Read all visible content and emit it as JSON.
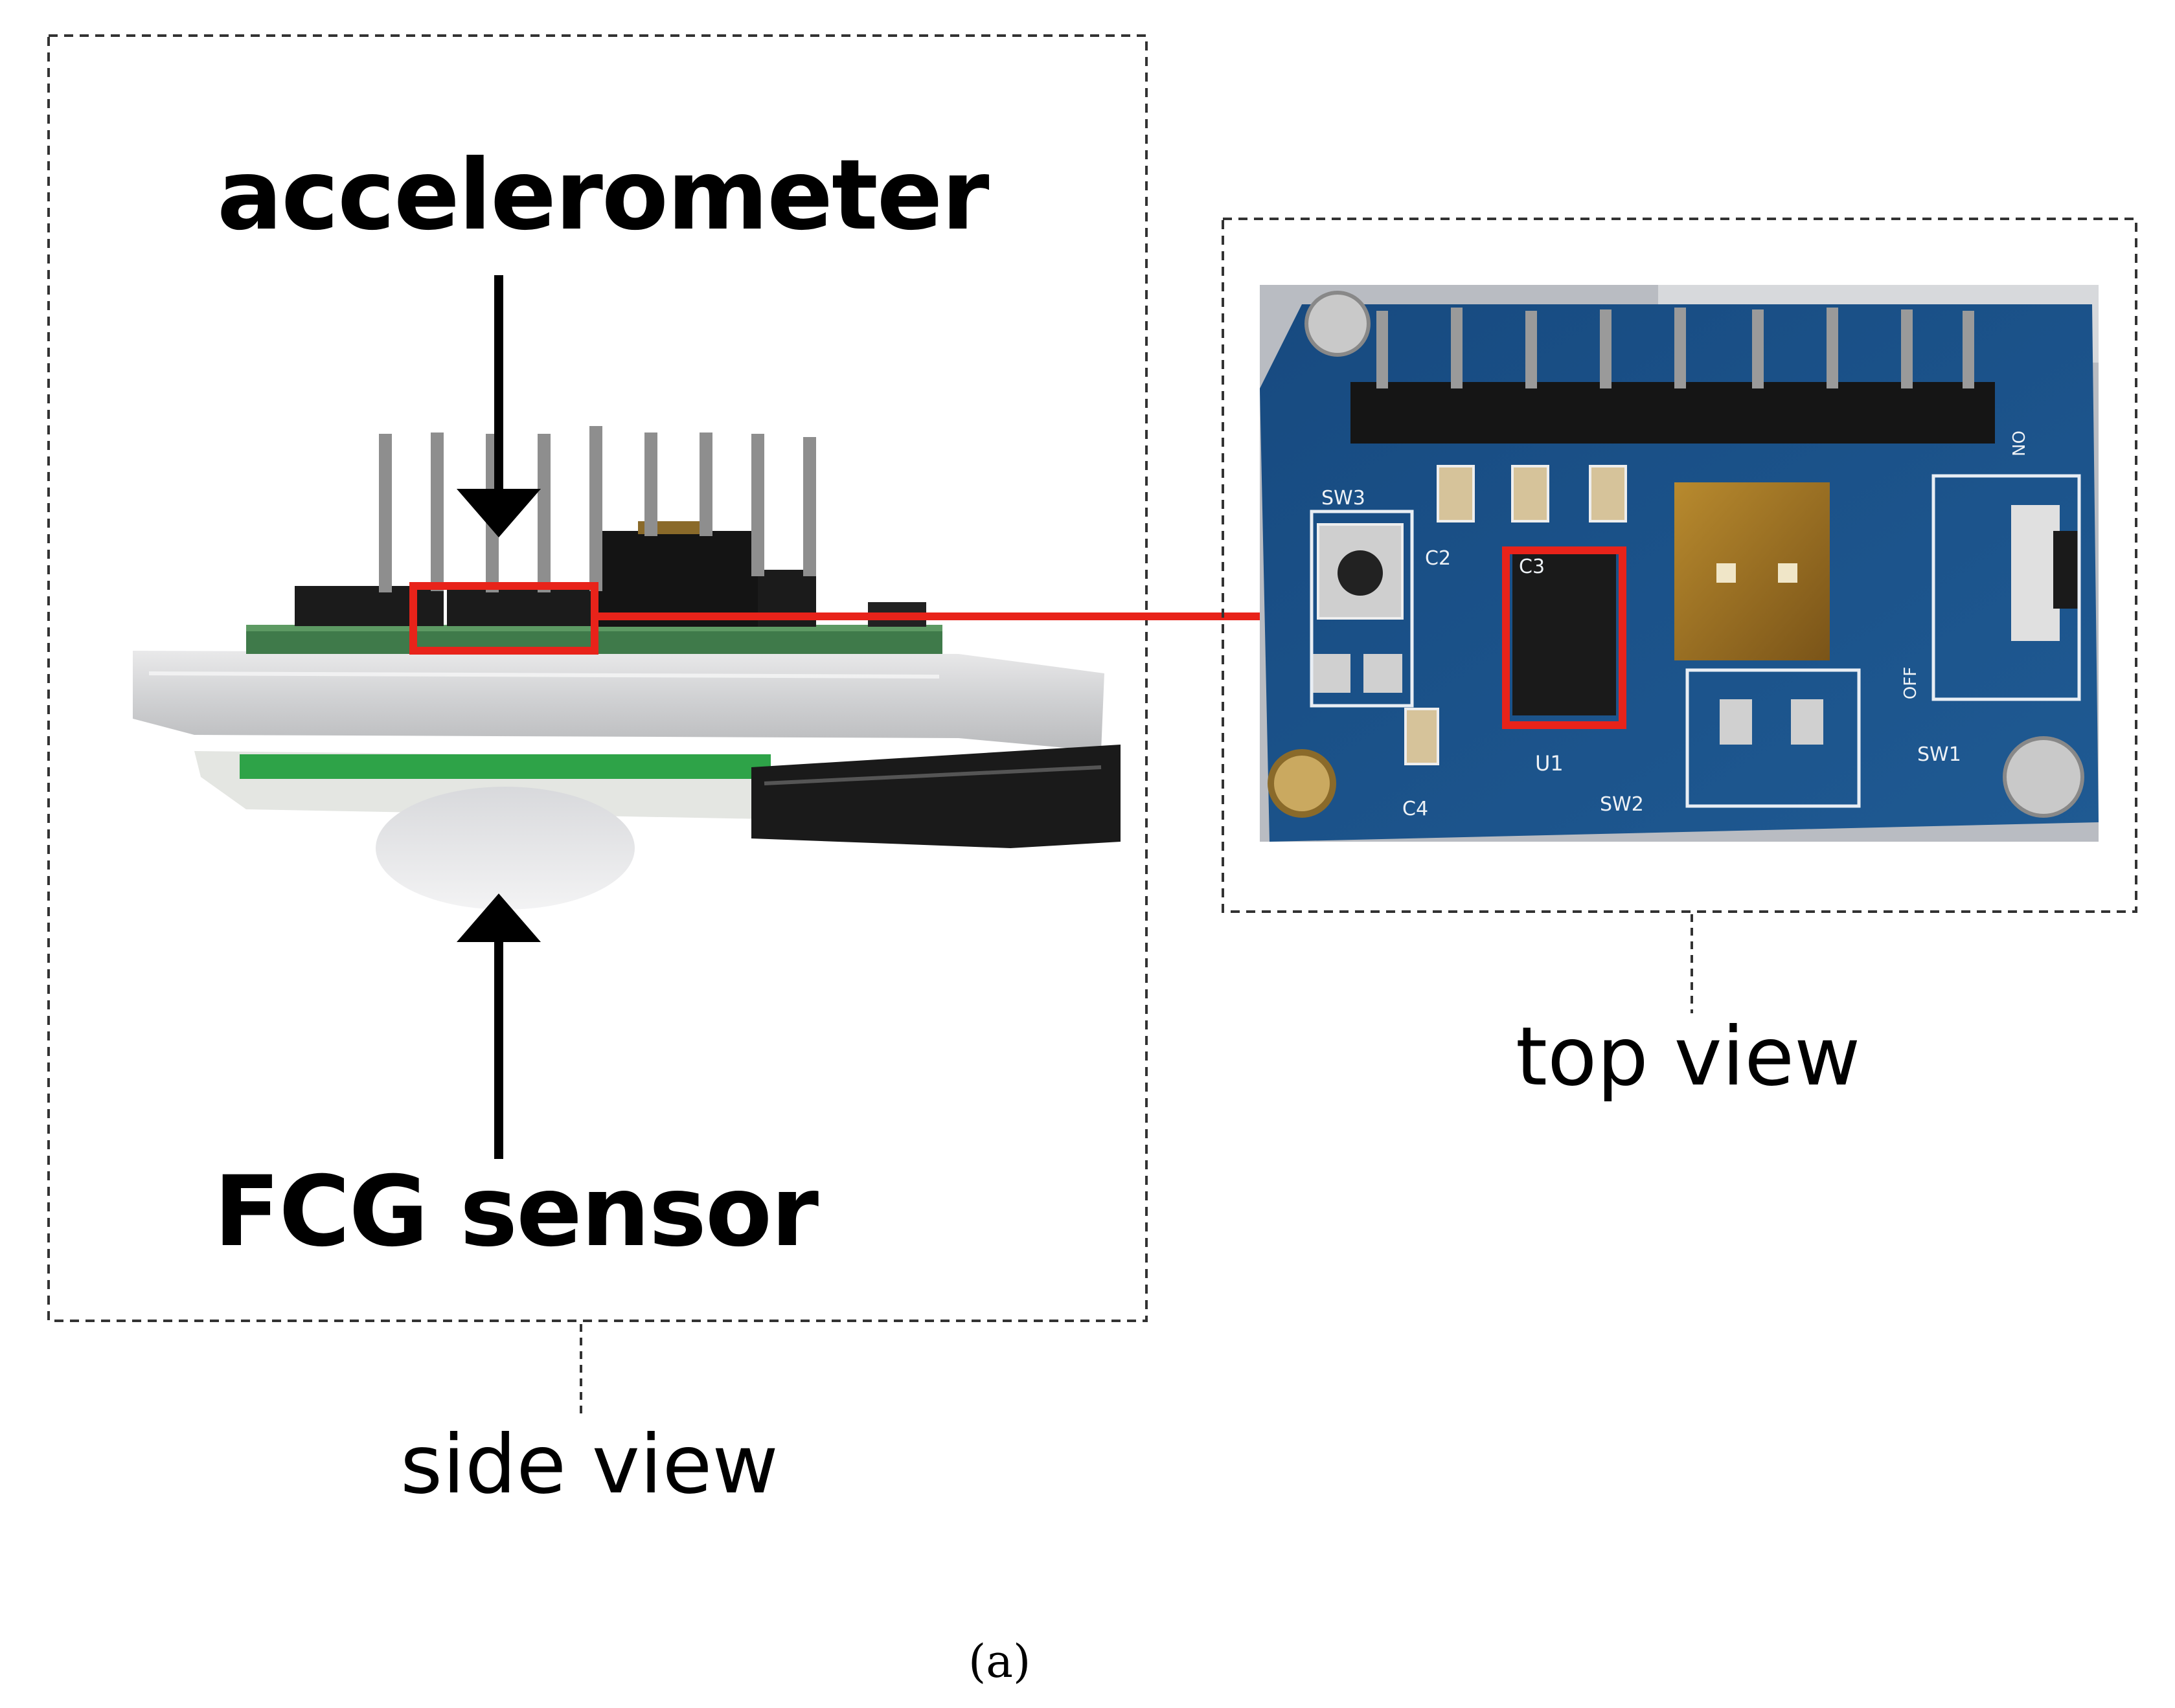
{
  "labels": {
    "accelerometer": "accelerometer",
    "fcg_sensor": "FCG sensor",
    "side_view": "side view",
    "top_view": "top view",
    "figure_letter": "(a)"
  },
  "pcb_silkscreen": {
    "sw3": "SW3",
    "sw1": "SW1",
    "sw2": "SW2",
    "u1": "U1",
    "c2": "C2",
    "c3": "C3",
    "c4": "C4",
    "off": "OFF",
    "on": "ON"
  },
  "colors": {
    "highlight_box": "#e8231a",
    "pcb_blue": "#1d4f86",
    "pcb_green_edge": "#3f7a4a",
    "outline_dashed": "#333333"
  }
}
